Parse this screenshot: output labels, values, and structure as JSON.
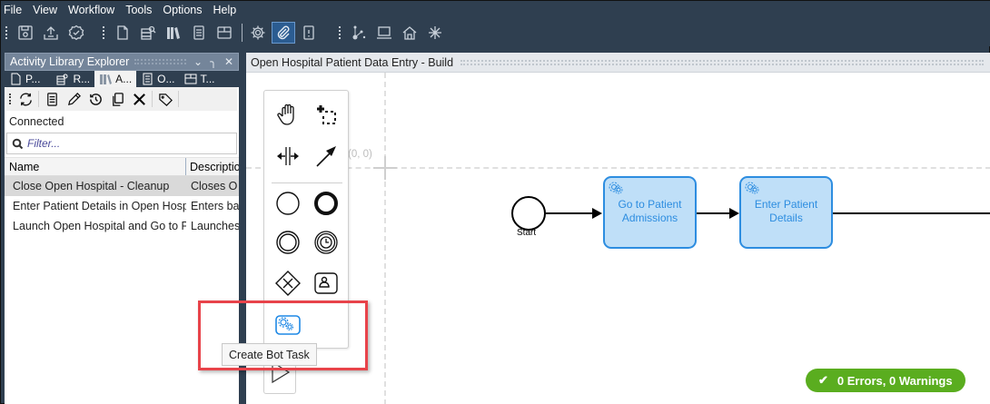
{
  "menubar": {
    "items": [
      "File",
      "View",
      "Workflow",
      "Tools",
      "Options",
      "Help"
    ]
  },
  "toolbar": {
    "groups": [
      [
        "save-icon",
        "publish-icon",
        "validate-icon"
      ],
      [
        "new-document-icon",
        "repository-icon",
        "library-icon",
        "document-icon",
        "package-icon"
      ],
      [
        "settings-icon",
        "attachment-icon",
        "alert-document-icon"
      ],
      [
        "graph-icon",
        "laptop-icon",
        "home-icon",
        "asterisk-icon"
      ]
    ],
    "active": "attachment-icon"
  },
  "left_panel": {
    "title": "Activity Library Explorer",
    "controls": [
      "chevron-down-icon",
      "pin-icon",
      "close-icon"
    ],
    "tabs": [
      {
        "label": "P...",
        "icon": "page-icon",
        "active": false
      },
      {
        "label": "R...",
        "icon": "repository-icon",
        "active": false
      },
      {
        "label": "A...",
        "icon": "library-icon",
        "active": true
      },
      {
        "label": "O...",
        "icon": "document-icon",
        "active": false
      },
      {
        "label": "T...",
        "icon": "package-icon",
        "active": false
      }
    ],
    "toolbar": [
      "refresh-icon",
      "details-icon",
      "edit-icon",
      "history-icon",
      "copy-icon",
      "delete-icon",
      "tag-icon"
    ],
    "status": "Connected",
    "filter": {
      "placeholder": "Filter...",
      "value": ""
    },
    "table": {
      "columns": [
        "Name",
        "Description"
      ],
      "rows": [
        {
          "name": "Close Open Hospital - Cleanup",
          "description": "Closes O",
          "selected": true
        },
        {
          "name": "Enter Patient Details in Open Hospit",
          "description": "Enters ba",
          "selected": false
        },
        {
          "name": "Launch Open Hospital and Go to Pa",
          "description": "Launches",
          "selected": false
        }
      ]
    }
  },
  "document": {
    "title": "Open Hospital Patient Data Entry - Build",
    "canvas": {
      "origin_label": "(0, 0)",
      "start_label": "Start",
      "tasks": [
        {
          "label": "Go to Patient Admissions"
        },
        {
          "label": "Enter Patient Details"
        }
      ]
    },
    "palette": {
      "tools": [
        "hand-tool",
        "marquee-select-tool",
        "space-tool",
        "connect-tool",
        "start-event",
        "end-event",
        "intermediate-event",
        "timer-event",
        "exclusive-gateway",
        "user-task",
        "bot-task",
        "play-icon"
      ]
    },
    "tooltip": "Create Bot Task",
    "status": {
      "text": "0 Errors, 0 Warnings",
      "color": "#5aad1f"
    }
  },
  "colors": {
    "chrome": "#2f3f50",
    "task_fill": "#bfdff8",
    "task_border": "#2d8de0",
    "highlight": "#e8434a"
  }
}
